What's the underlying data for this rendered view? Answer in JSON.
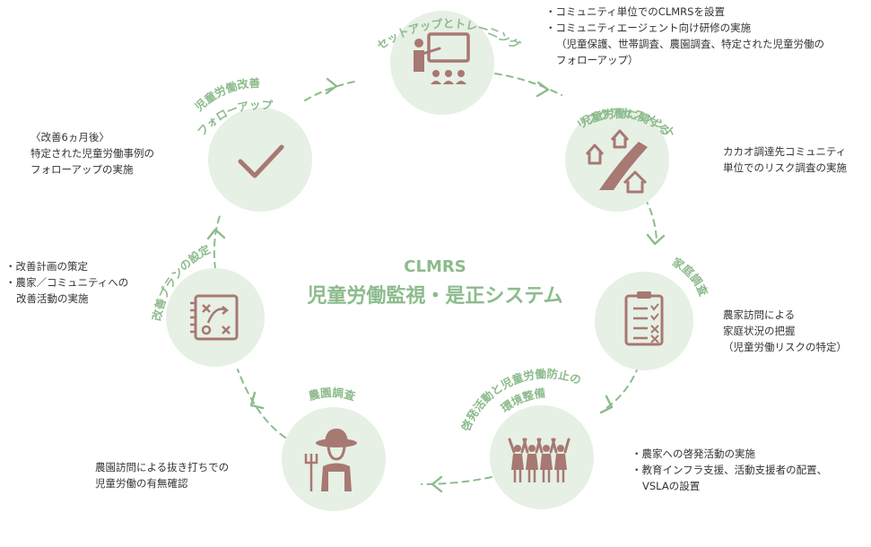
{
  "colors": {
    "circle": "#e6f0e4",
    "accent": "#8cbb8c",
    "icon": "#a87872",
    "text": "#333333"
  },
  "center": {
    "en": "CLMRS",
    "ja": "児童労働監視・是正システム"
  },
  "stages": [
    {
      "id": "setup",
      "label": "セットアップとトレーニング",
      "icon": "teaching-icon"
    },
    {
      "id": "risk",
      "label_line1": "児童労働に関する",
      "label_line2": "リスクアセスメント",
      "icon": "road-houses-icon"
    },
    {
      "id": "household",
      "label": "家庭調査",
      "icon": "clipboard-icon"
    },
    {
      "id": "environment",
      "label_line1": "啓発活動と児童労働防止の",
      "label_line2": "環境整備",
      "icon": "people-cheering-icon"
    },
    {
      "id": "farm",
      "label": "農園調査",
      "icon": "farmer-icon"
    },
    {
      "id": "plan",
      "label": "改善プランの設定",
      "icon": "strategy-board-icon"
    },
    {
      "id": "followup",
      "label_line1": "児童労働改善",
      "label_line2": "フォローアップ",
      "icon": "checkmark-icon"
    }
  ],
  "notes": {
    "setup": [
      "コミュニティ単位でのCLMRSを設置",
      "コミュニティエージェント向け研修の実施",
      "（児童保護、世帯調査、農園調査、特定された児童労働の",
      "フォローアップ）"
    ],
    "risk": [
      "カカオ調達先コミュニティ",
      "単位でのリスク調査の実施"
    ],
    "household": [
      "農家訪問による",
      "家庭状況の把握",
      "（児童労働リスクの特定）"
    ],
    "environment": [
      "農家への啓発活動の実施",
      "教育インフラ支援、活動支援者の配置、",
      "VSLAの設置"
    ],
    "farm": [
      "農園訪問による抜き打ちでの",
      "児童労働の有無確認"
    ],
    "plan": [
      "改善計画の策定",
      "農家／コミュニティへの",
      "改善活動の実施"
    ],
    "followup": [
      "〈改善6ヵ月後〉",
      "特定された児童労働事例の",
      "フォローアップの実施"
    ]
  }
}
